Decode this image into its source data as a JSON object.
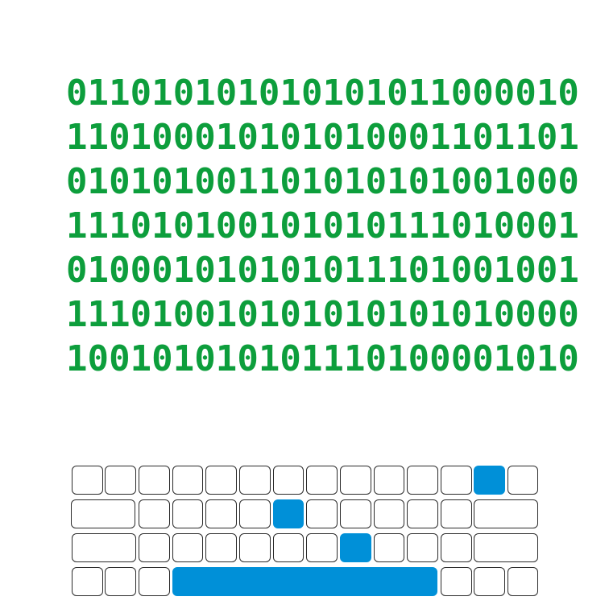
{
  "binary": {
    "lines": [
      "011010101010101011000010",
      "110100010101010001101101",
      "010101001101010101001000",
      "111010100101010111010001",
      "010001010101011101001001",
      "111010010101010101010000",
      "100101010101110100001010"
    ]
  },
  "keyboard": {
    "active_color": "#0090d8",
    "rows": [
      {
        "keys": [
          {
            "id": "r1k1",
            "active": false
          },
          {
            "id": "r1k2",
            "active": false
          },
          {
            "id": "r1k3",
            "active": false
          },
          {
            "id": "r1k4",
            "active": false
          },
          {
            "id": "r1k5",
            "active": false
          },
          {
            "id": "r1k6",
            "active": false
          },
          {
            "id": "r1k7",
            "active": false
          },
          {
            "id": "r1k8",
            "active": false
          },
          {
            "id": "r1k9",
            "active": false
          },
          {
            "id": "r1k10",
            "active": false
          },
          {
            "id": "r1k11",
            "active": false
          },
          {
            "id": "r1k12",
            "active": false
          },
          {
            "id": "r1k13",
            "active": true
          },
          {
            "id": "r1k14",
            "active": false
          }
        ]
      },
      {
        "keys": [
          {
            "id": "r2-tab",
            "active": false
          },
          {
            "id": "r2k1",
            "active": false
          },
          {
            "id": "r2k2",
            "active": false
          },
          {
            "id": "r2k3",
            "active": false
          },
          {
            "id": "r2k4",
            "active": false
          },
          {
            "id": "r2k5",
            "active": true
          },
          {
            "id": "r2k6",
            "active": false
          },
          {
            "id": "r2k7",
            "active": false
          },
          {
            "id": "r2k8",
            "active": false
          },
          {
            "id": "r2k9",
            "active": false
          },
          {
            "id": "r2k10",
            "active": false
          },
          {
            "id": "r2-end",
            "active": false
          }
        ]
      },
      {
        "keys": [
          {
            "id": "r3-caps",
            "active": false
          },
          {
            "id": "r3k1",
            "active": false
          },
          {
            "id": "r3k2",
            "active": false
          },
          {
            "id": "r3k3",
            "active": false
          },
          {
            "id": "r3k4",
            "active": false
          },
          {
            "id": "r3k5",
            "active": false
          },
          {
            "id": "r3k6",
            "active": false
          },
          {
            "id": "r3k7",
            "active": true
          },
          {
            "id": "r3k8",
            "active": false
          },
          {
            "id": "r3k9",
            "active": false
          },
          {
            "id": "r3k10",
            "active": false
          },
          {
            "id": "r3-enter",
            "active": false
          }
        ]
      },
      {
        "keys": [
          {
            "id": "r4k1",
            "active": false
          },
          {
            "id": "r4k2",
            "active": false
          },
          {
            "id": "r4k3",
            "active": false
          },
          {
            "id": "r4-space",
            "active": true
          },
          {
            "id": "r4k4",
            "active": false
          },
          {
            "id": "r4k5",
            "active": false
          },
          {
            "id": "r4k6",
            "active": false
          }
        ]
      }
    ]
  }
}
